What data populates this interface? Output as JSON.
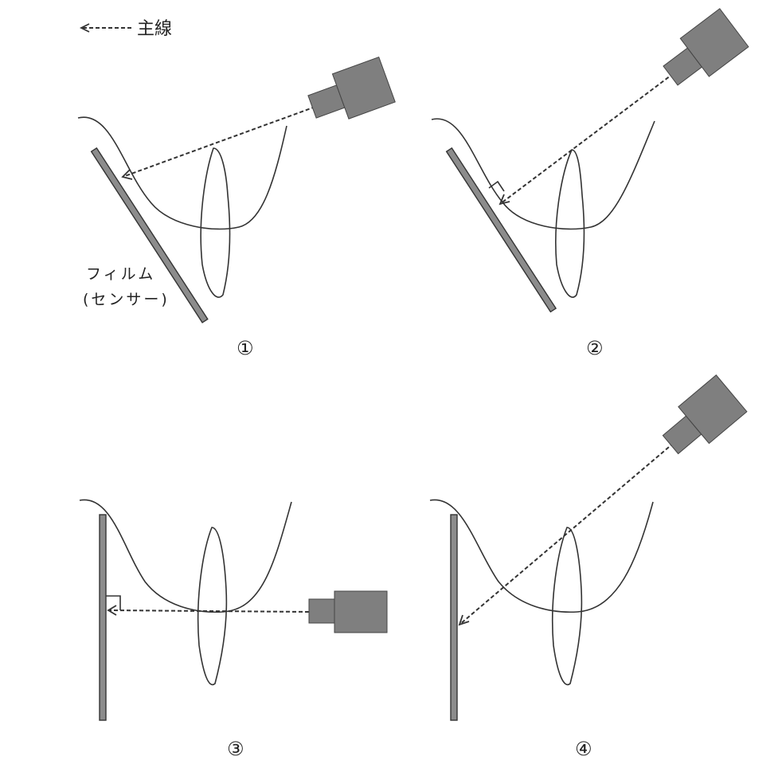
{
  "legend": {
    "label": "主線",
    "icon": "dashed-arrow-left-icon"
  },
  "film_label": {
    "line1": "フィルム",
    "line2": "(センサー)"
  },
  "panels": [
    {
      "number": "①"
    },
    {
      "number": "②"
    },
    {
      "number": "③"
    },
    {
      "number": "④"
    }
  ],
  "colors": {
    "film": "#8c8c8c",
    "camera": "#7f7f7f",
    "line": "#333333"
  }
}
